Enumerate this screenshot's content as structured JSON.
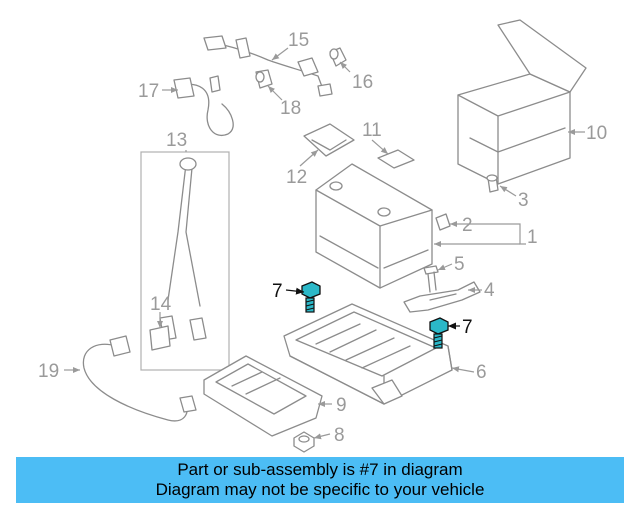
{
  "callouts": {
    "c1": "1",
    "c2": "2",
    "c3": "3",
    "c4": "4",
    "c5": "5",
    "c6": "6",
    "c7a": "7",
    "c7b": "7",
    "c8": "8",
    "c9": "9",
    "c10": "10",
    "c11": "11",
    "c12": "12",
    "c13": "13",
    "c14": "14",
    "c15": "15",
    "c16": "16",
    "c17": "17",
    "c18": "18",
    "c19": "19"
  },
  "highlight_part": "7",
  "colors": {
    "highlight": "#2bb8c8",
    "banner": "#4cbdf5",
    "part_line": "#8c8c8c"
  },
  "banner": {
    "line1": "Part or sub-assembly is #7 in diagram",
    "line2": "Diagram may not be specific to your vehicle"
  }
}
